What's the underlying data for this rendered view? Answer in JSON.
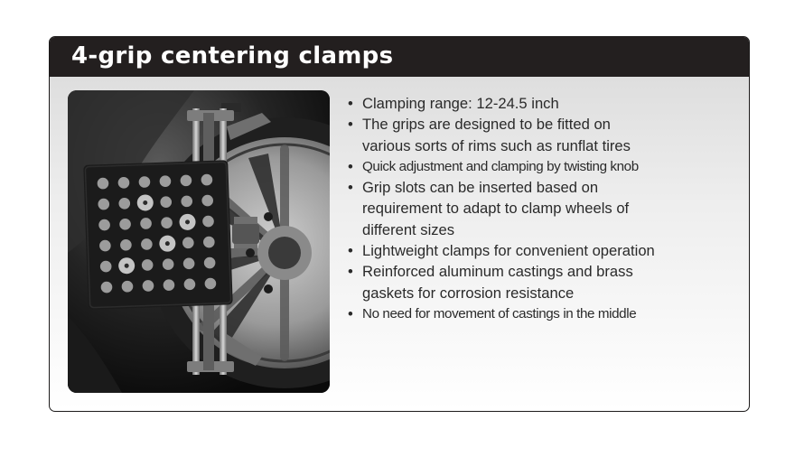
{
  "header": {
    "title": "4-grip centering clamps"
  },
  "image": {
    "icon": "product-photo-wheel-clamp"
  },
  "features": [
    {
      "text": "Clamping range: 12-24.5 inch",
      "condensed": false
    },
    {
      "text": "The grips are designed to be fitted on\nvarious sorts of rims such as runflat tires",
      "condensed": false
    },
    {
      "text": "Quick adjustment and clamping by twisting knob",
      "condensed": true
    },
    {
      "text": "Grip slots can be inserted based on\nrequirement to adapt to clamp wheels of\ndifferent sizes",
      "condensed": false
    },
    {
      "text": "Lightweight clamps for convenient operation",
      "condensed": false
    },
    {
      "text": "Reinforced aluminum castings and brass\ngaskets for corrosion resistance",
      "condensed": false
    },
    {
      "text": "No need for movement of castings in the middle",
      "condensed": true
    }
  ],
  "colors": {
    "header_bg": "#231f1f",
    "header_text": "#ffffff",
    "body_text": "#2a2a2a",
    "border": "#1c1a1a"
  }
}
